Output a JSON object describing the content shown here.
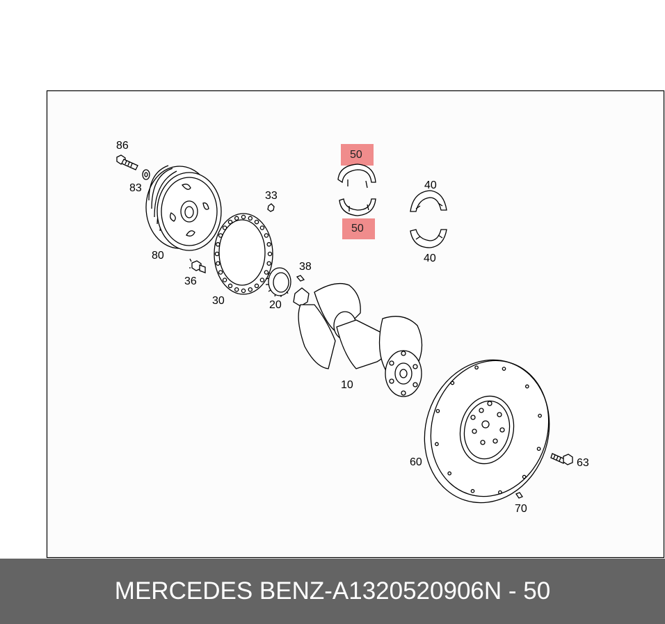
{
  "labels": {
    "p86": "86",
    "p83": "83",
    "p80": "80",
    "p36": "36",
    "p33": "33",
    "p30": "30",
    "p38": "38",
    "p20": "20",
    "p10": "10",
    "p50a": "50",
    "p50b": "50",
    "p40a": "40",
    "p40b": "40",
    "p60": "60",
    "p63": "63",
    "p70": "70"
  },
  "highlight_color": "#f08c8c",
  "footer": {
    "brand": "MERCEDES BENZ",
    "separator": "-",
    "part_number": "A1320520906",
    "position_ref": "N - 50"
  }
}
